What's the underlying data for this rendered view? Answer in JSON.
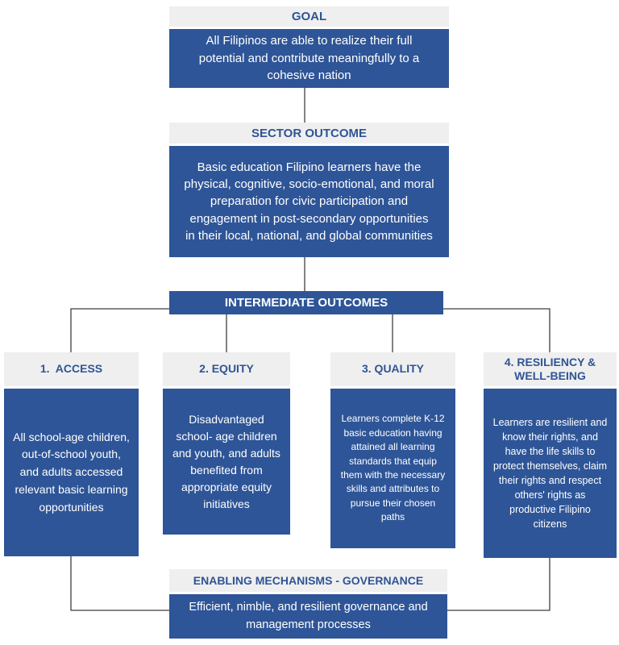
{
  "colors": {
    "primary_blue": "#2E5597",
    "header_gray": "#EFEFEF",
    "header_text_blue": "#2F5496",
    "body_text_white": "#FFFFFF",
    "connector_line": "#3F3F3F"
  },
  "goal": {
    "title": "GOAL",
    "body": "All Filipinos are able to realize their full potential and contribute meaningfully to a cohesive nation"
  },
  "sector_outcome": {
    "title": "SECTOR OUTCOME",
    "body": "Basic education Filipino learners have the physical, cognitive, socio-emotional, and moral preparation for civic participation and engagement in post-secondary opportunities in their local, national, and global communities"
  },
  "intermediate_outcomes": {
    "title": "INTERMEDIATE OUTCOMES"
  },
  "outcomes": [
    {
      "title": "1.  ACCESS",
      "body": "All school-age children, out-of-school youth, and adults accessed relevant basic learning opportunities"
    },
    {
      "title": "2. EQUITY",
      "body": "Disadvantaged school- age children and youth, and adults benefited from appropriate equity initiatives"
    },
    {
      "title": "3. QUALITY",
      "body": "Learners complete K-12 basic education having attained all learning standards that equip them with the necessary skills and attributes to pursue their chosen paths"
    },
    {
      "title": "4. RESILIENCY & WELL-BEING",
      "body": "Learners are resilient and know their rights, and have the life skills to protect themselves, claim their rights and respect others' rights as productive Filipino citizens"
    }
  ],
  "enabling_mechanisms": {
    "title": "ENABLING MECHANISMS - GOVERNANCE",
    "body": "Efficient, nimble, and resilient governance and management processes"
  }
}
